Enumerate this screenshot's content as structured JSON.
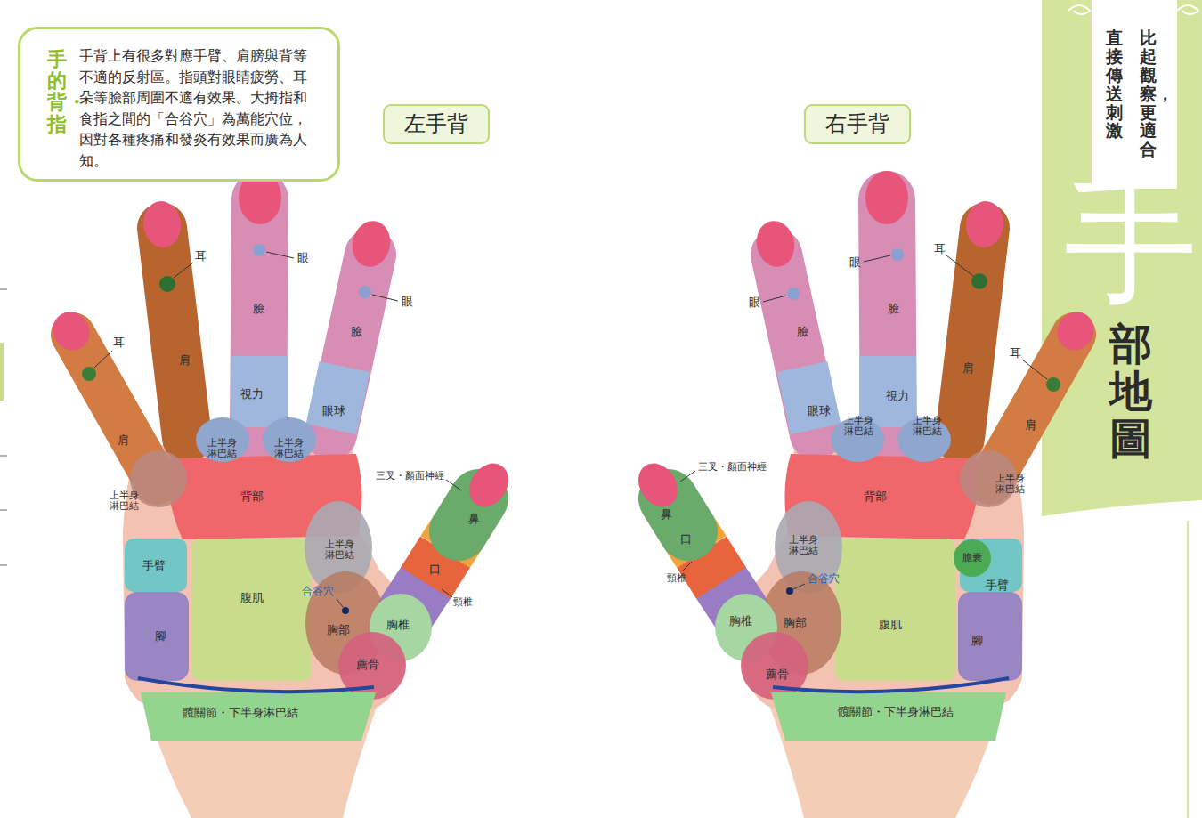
{
  "diagram": {
    "title": "手部地圖",
    "nodes": [
      {
        "text": [
          "手的背・指",
          "手背上有很多對應手臂、肩膀與背等不適的反射區。指頭對眼睛疲勞、耳朵等臉部周圍不適有效果。大拇指和食指之間的「合谷穴」為萬能穴位，因對各種疼痛和發炎有效果而廣為人知。"
        ]
      },
      {
        "text": [
          "左手背"
        ]
      },
      {
        "text": [
          "右手背"
        ]
      }
    ],
    "labels": [
      "比起觀察，更適合",
      "直接傳送刺激",
      "耳",
      "耳",
      "眼",
      "眼",
      "臉",
      "臉",
      "肩",
      "肩",
      "視力",
      "眼球",
      "上半身淋巴結",
      "上半身淋巴結",
      "上半身淋巴結",
      "背部",
      "三叉・顏面神經",
      "鼻",
      "上半身淋巴結",
      "口",
      "手臂",
      "合谷穴",
      "腹肌",
      "頸椎",
      "胸部",
      "胸椎",
      "腳",
      "薦骨",
      "髖關節・下半身淋巴結",
      "耳",
      "眼",
      "眼",
      "臉",
      "臉",
      "耳",
      "肩",
      "視力",
      "眼球",
      "上半身淋巴結",
      "上半身淋巴結",
      "肩",
      "三叉・顏面神經",
      "上半身淋巴結",
      "背部",
      "鼻",
      "口",
      "上半身淋巴結",
      "膽囊",
      "頸椎",
      "合谷穴",
      "手臂",
      "胸椎",
      "胸部",
      "腹肌",
      "腳",
      "薦骨",
      "髖關節・下半身淋巴結"
    ]
  }
}
